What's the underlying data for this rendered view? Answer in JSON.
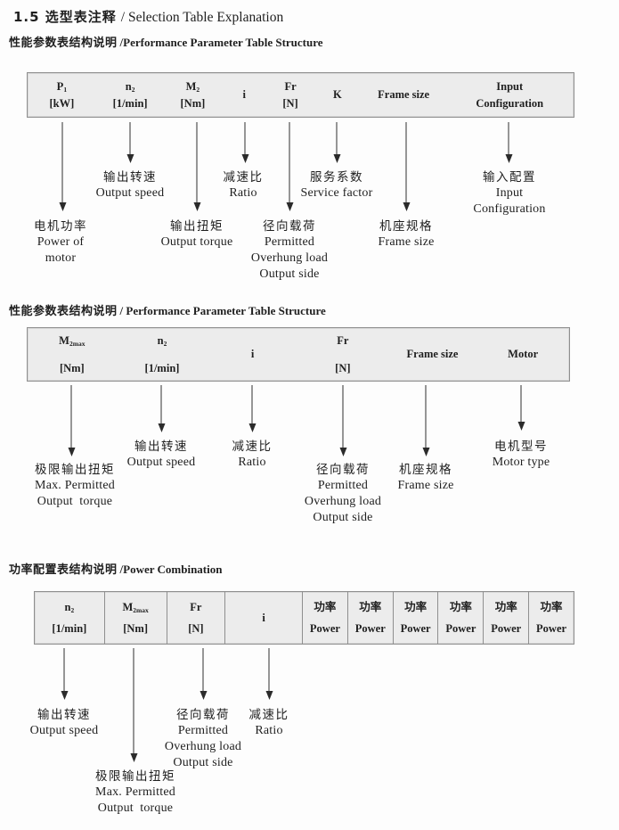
{
  "page": {
    "title_zh": "1.5 选型表注释",
    "title_en": "/ Selection Table Explanation"
  },
  "colors": {
    "table_bg": "#ececec",
    "table_border": "#8f8f8f",
    "text": "#1f1f1f",
    "page_bg": "#fdfdfd"
  },
  "section1": {
    "heading_zh": "性能参数表结构说明",
    "heading_en": "/Performance Parameter Table Structure",
    "table": [
      {
        "l1": "P",
        "sub": "1",
        "l2": "[kW]"
      },
      {
        "l1": "n",
        "sub": "2",
        "l2": "[1/min]"
      },
      {
        "l1": "M",
        "sub": "2",
        "l2": "[Nm]"
      },
      {
        "l1": "i"
      },
      {
        "l1": "Fr",
        "l2": "[N]"
      },
      {
        "l1": "K"
      },
      {
        "l1": "Frame size"
      },
      {
        "l1": "Input",
        "l2": "Configuration"
      }
    ],
    "labels": [
      {
        "lines": [
          "电机功率",
          "Power of",
          "motor"
        ]
      },
      {
        "lines": [
          "输出转速",
          "Output speed"
        ]
      },
      {
        "lines": [
          "输出扭矩",
          "Output torque"
        ]
      },
      {
        "lines": [
          "减速比",
          "Ratio"
        ]
      },
      {
        "lines": [
          "径向载荷",
          "Permitted",
          "Overhung load",
          "Output side"
        ]
      },
      {
        "lines": [
          "服务系数",
          "Service factor"
        ]
      },
      {
        "lines": [
          "机座规格",
          "Frame size"
        ]
      },
      {
        "lines": [
          "输入配置",
          "Input",
          "Configuration"
        ]
      }
    ]
  },
  "section2": {
    "heading_zh": "性能参数表结构说明",
    "heading_en": "/ Performance Parameter Table Structure",
    "table": [
      {
        "l1": "M",
        "sub": "2max",
        "l2": "[Nm]"
      },
      {
        "l1": "n",
        "sub": "2",
        "l2": "[1/min]"
      },
      {
        "l1": "i"
      },
      {
        "l1": "Fr",
        "l2": "[N]"
      },
      {
        "l1": "Frame size"
      },
      {
        "l1": "Motor"
      }
    ],
    "labels": [
      {
        "lines": [
          "极限输出扭矩",
          "Max. Permitted",
          "Output  torque"
        ]
      },
      {
        "lines": [
          "输出转速",
          "Output speed"
        ]
      },
      {
        "lines": [
          "减速比",
          "Ratio"
        ]
      },
      {
        "lines": [
          "径向载荷",
          "Permitted",
          "Overhung load",
          "Output side"
        ]
      },
      {
        "lines": [
          "机座规格",
          "Frame size"
        ]
      },
      {
        "lines": [
          "电机型号",
          "Motor type"
        ]
      }
    ]
  },
  "section3": {
    "heading_zh": "功率配置表结构说明",
    "heading_en": "/Power Combination",
    "table": [
      {
        "l1": "n",
        "sub": "2",
        "l2": "[1/min]"
      },
      {
        "l1": "M",
        "sub": "2max",
        "l2": "[Nm]"
      },
      {
        "l1": "Fr",
        "l2": "[N]"
      },
      {
        "l1": "i"
      },
      {
        "l1": "功率",
        "l2": "Power"
      },
      {
        "l1": "功率",
        "l2": "Power"
      },
      {
        "l1": "功率",
        "l2": "Power"
      },
      {
        "l1": "功率",
        "l2": "Power"
      },
      {
        "l1": "功率",
        "l2": "Power"
      },
      {
        "l1": "功率",
        "l2": "Power"
      }
    ],
    "labels": [
      {
        "lines": [
          "输出转速",
          "Output speed"
        ]
      },
      {
        "lines": [
          "极限输出扭矩",
          "Max. Permitted",
          "Output  torque"
        ]
      },
      {
        "lines": [
          "径向载荷",
          "Permitted",
          "Overhung load",
          "Output side"
        ]
      },
      {
        "lines": [
          "减速比",
          "Ratio"
        ]
      }
    ]
  }
}
